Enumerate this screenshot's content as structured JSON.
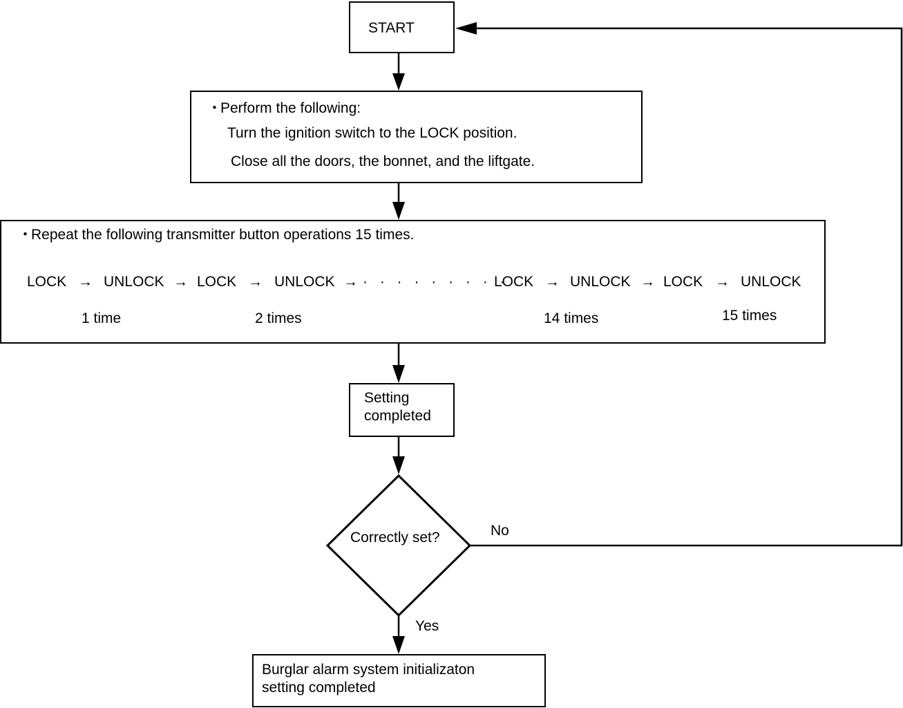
{
  "start": "START",
  "step1": {
    "bullet": "・",
    "heading": "Perform the following:",
    "line1": "Turn the ignition switch to the LOCK position.",
    "line2": "Close all the doors, the bonnet, and the liftgate."
  },
  "step2": {
    "bullet": "・",
    "heading": "Repeat the following transmitter button operations 15 times.",
    "lock": "LOCK",
    "unlock": "UNLOCK",
    "arrow": "→",
    "dots": "· · · · · · · · ·",
    "groups": [
      "1 time",
      "2 times",
      "14 times",
      "15 times"
    ]
  },
  "setting": {
    "line1": "Setting",
    "line2": "completed"
  },
  "decision": {
    "question": "Correctly set?",
    "no": "No",
    "yes": "Yes"
  },
  "final": {
    "line1": "Burglar alarm system initializaton",
    "line2": "setting completed"
  }
}
